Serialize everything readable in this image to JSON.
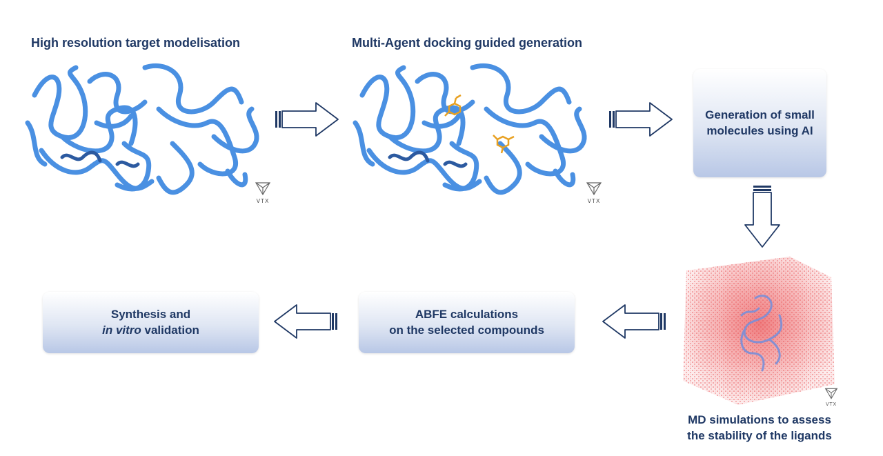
{
  "steps": {
    "target": {
      "title": "High resolution target modelisation"
    },
    "docking": {
      "title": "Multi-Agent docking guided generation"
    },
    "generation": {
      "line1": "Generation of small",
      "line2": "molecules using AI"
    },
    "md": {
      "line1": "MD simulations to assess",
      "line2": "the stability of the ligands"
    },
    "abfe": {
      "line1": "ABFE calculations",
      "line2": "on the selected compounds"
    },
    "synthesis": {
      "line1": "Synthesis and",
      "line2_italic": "in vitro",
      "line2_rest": " validation"
    }
  },
  "watermark": {
    "label": "VTX"
  },
  "colors": {
    "protein": "#4a90e2",
    "protein_dark": "#2c5aa0",
    "ligand": "#e8a020",
    "arrow": "#1f3864",
    "md_particles": "#e8474a",
    "text": "#1f3864"
  }
}
